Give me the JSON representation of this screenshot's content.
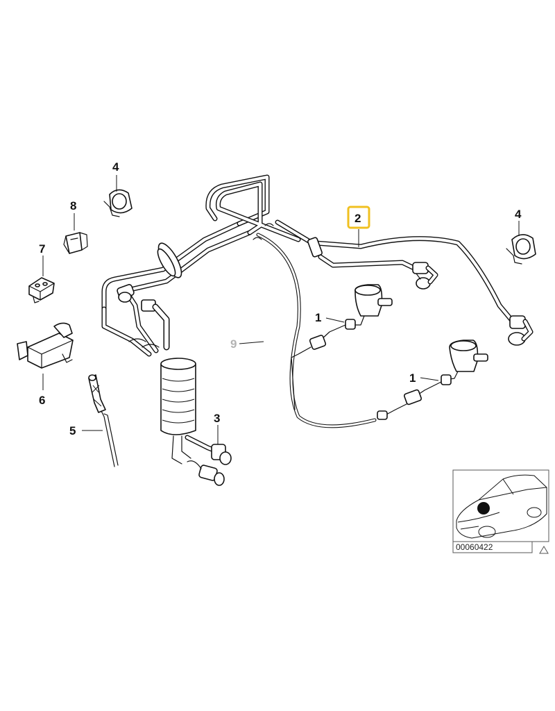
{
  "callouts": {
    "c1a": "1",
    "c1b": "1",
    "c2": "2",
    "c3": "3",
    "c4a": "4",
    "c4b": "4",
    "c5": "5",
    "c6": "6",
    "c7": "7",
    "c8": "8",
    "c9": "9"
  },
  "reference_number": "00060422",
  "colors": {
    "highlight": "#f0c020",
    "line": "#111111",
    "dimmed_label": "#b3b3b3"
  },
  "icons": [
    "warning-triangle-icon",
    "car-location-thumbnail"
  ]
}
